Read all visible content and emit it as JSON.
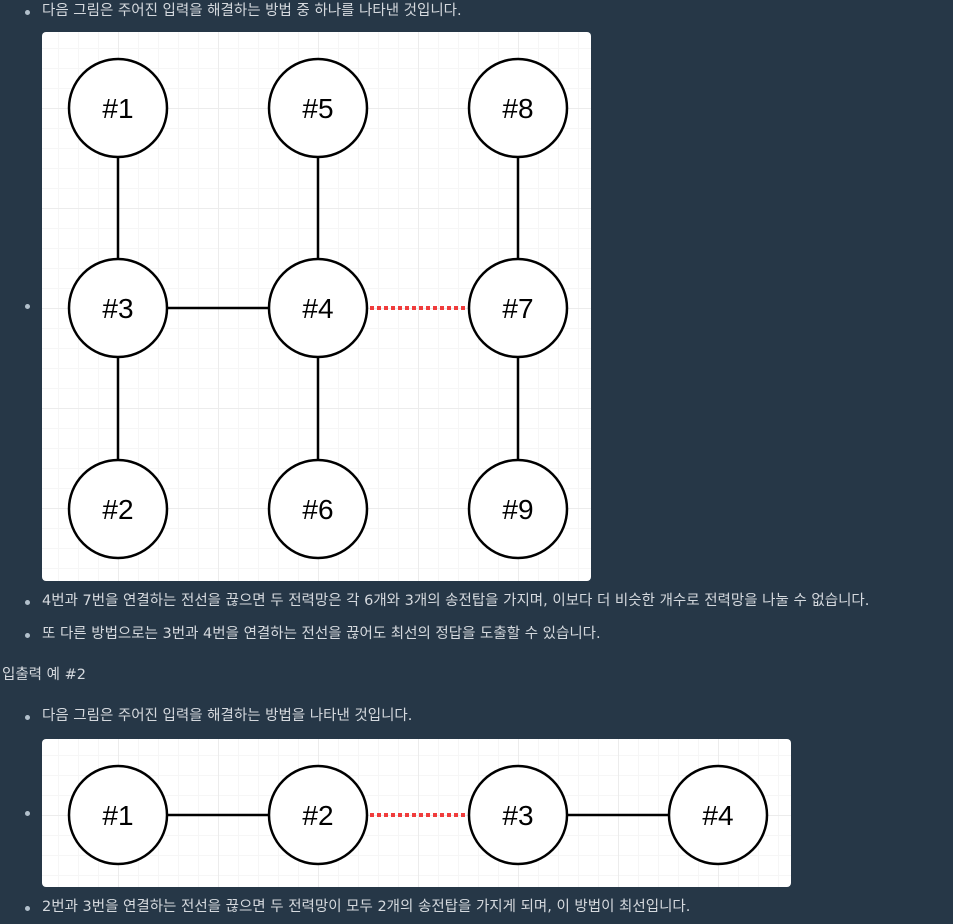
{
  "example1": {
    "bullet_intro": "다음 그림은 주어진 입력을 해결하는 방법 중 하나를 나타낸 것입니다.",
    "nodes": [
      {
        "id": "n1",
        "label": "#1"
      },
      {
        "id": "n5",
        "label": "#5"
      },
      {
        "id": "n8",
        "label": "#8"
      },
      {
        "id": "n3",
        "label": "#3"
      },
      {
        "id": "n4",
        "label": "#4"
      },
      {
        "id": "n7",
        "label": "#7"
      },
      {
        "id": "n2",
        "label": "#2"
      },
      {
        "id": "n6",
        "label": "#6"
      },
      {
        "id": "n9",
        "label": "#9"
      }
    ],
    "edges": [
      {
        "from": "#1",
        "to": "#3",
        "cut": false
      },
      {
        "from": "#5",
        "to": "#4",
        "cut": false
      },
      {
        "from": "#8",
        "to": "#7",
        "cut": false
      },
      {
        "from": "#3",
        "to": "#4",
        "cut": false
      },
      {
        "from": "#4",
        "to": "#7",
        "cut": true
      },
      {
        "from": "#3",
        "to": "#2",
        "cut": false
      },
      {
        "from": "#4",
        "to": "#6",
        "cut": false
      },
      {
        "from": "#7",
        "to": "#9",
        "cut": false
      }
    ],
    "bullet_result": "4번과 7번을 연결하는 전선을 끊으면 두 전력망은 각 6개와 3개의 송전탑을 가지며, 이보다 더 비슷한 개수로 전력망을 나눌 수 없습니다.",
    "bullet_alt": "또 다른 방법으로는 3번과 4번을 연결하는 전선을 끊어도 최선의 정답을 도출할 수 있습니다."
  },
  "example2": {
    "heading": "입출력 예 #2",
    "bullet_intro": "다음 그림은 주어진 입력을 해결하는 방법을 나타낸 것입니다.",
    "nodes": [
      {
        "id": "n1",
        "label": "#1"
      },
      {
        "id": "n2",
        "label": "#2"
      },
      {
        "id": "n3",
        "label": "#3"
      },
      {
        "id": "n4",
        "label": "#4"
      }
    ],
    "edges": [
      {
        "from": "#1",
        "to": "#2",
        "cut": false
      },
      {
        "from": "#2",
        "to": "#3",
        "cut": true
      },
      {
        "from": "#3",
        "to": "#4",
        "cut": false
      }
    ],
    "bullet_result": "2번과 3번을 연결하는 전선을 끊으면 두 전력망이 모두 2개의 송전탑을 가지게 되며, 이 방법이 최선입니다."
  },
  "colors": {
    "background": "#263747",
    "text": "#d5d9de",
    "edge": "#000000",
    "cut_edge": "#f03c3c",
    "node_fill": "#ffffff"
  }
}
